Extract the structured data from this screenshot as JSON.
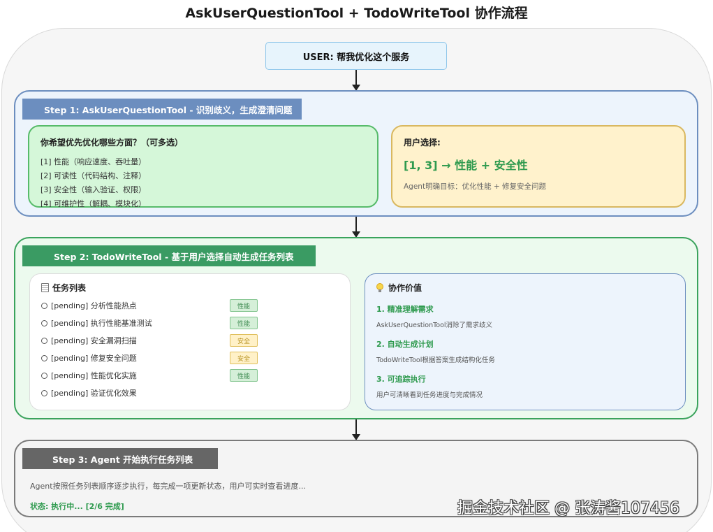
{
  "title": "AskUserQuestionTool + TodoWriteTool 协作流程",
  "user": {
    "label": "USER: 帮我优化这个服务"
  },
  "step1": {
    "header": "Step 1: AskUserQuestionTool - 识别歧义，生成澄清问题",
    "question": {
      "title": "你希望优先优化哪些方面？（可多选）",
      "options": [
        "[1] 性能（响应速度、吞吐量）",
        "[2] 可读性（代码结构、注释）",
        "[3] 安全性（输入验证、权限）",
        "[4] 可维护性（解耦、模块化）"
      ]
    },
    "choice": {
      "label": "用户选择:",
      "value": "[1, 3] → 性能 + 安全性",
      "note": "Agent明确目标：优化性能 + 修复安全问题"
    }
  },
  "step2": {
    "header": "Step 2: TodoWriteTool - 基于用户选择自动生成任务列表",
    "todo": {
      "title": "任务列表",
      "icon": "clipboard-icon",
      "tasks": [
        {
          "text": "[pending] 分析性能热点",
          "tag": "性能"
        },
        {
          "text": "[pending] 执行性能基准测试",
          "tag": "性能"
        },
        {
          "text": "[pending] 安全漏洞扫描",
          "tag": "安全"
        },
        {
          "text": "[pending] 修复安全问题",
          "tag": "安全"
        },
        {
          "text": "[pending] 性能优化实施",
          "tag": "性能"
        },
        {
          "text": "[pending] 验证优化效果",
          "tag": ""
        }
      ]
    },
    "value": {
      "title": "协作价值",
      "icon": "lightbulb-icon",
      "items": [
        {
          "heading": "1. 精准理解需求",
          "desc": "AskUserQuestionTool消除了需求歧义"
        },
        {
          "heading": "2. 自动生成计划",
          "desc": "TodoWriteTool根据答案生成结构化任务"
        },
        {
          "heading": "3. 可追踪执行",
          "desc": "用户可清晰看到任务进度与完成情况"
        }
      ]
    }
  },
  "step3": {
    "header": "Step 3: Agent 开始执行任务列表",
    "text": "Agent按照任务列表顺序逐步执行，每完成一项更新状态，用户可实时查看进度...",
    "status": "状态: 执行中... [2/6 完成]"
  },
  "watermark": "掘金技术社区 @ 张涛酱107456",
  "colors": {
    "step1_border": "#6c8ebf",
    "step2_border": "#3aa35c",
    "step3_border": "#7a7a7a",
    "accent_green": "#2e9a4e",
    "tag_performance": "#d5efd8",
    "tag_security": "#fff1c8"
  }
}
